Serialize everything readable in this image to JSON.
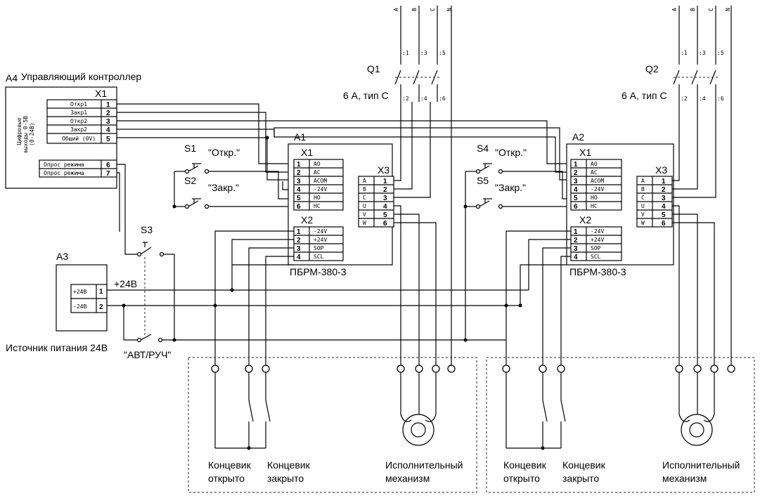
{
  "controller": {
    "id": "A4",
    "title": "Управляющий контроллер",
    "connector": "X1",
    "side_label_1": "Цифровые",
    "side_label_2": "выходы 0-5В",
    "side_label_3": "(0-24В)",
    "rows": [
      {
        "label": "Откр1",
        "pin": "1"
      },
      {
        "label": "Закр1",
        "pin": "2"
      },
      {
        "label": "Откр2",
        "pin": "3"
      },
      {
        "label": "Закр2",
        "pin": "4"
      },
      {
        "label": "Общий (0V)",
        "pin": "5"
      },
      {
        "label": "Опрос режима",
        "pin": "6"
      },
      {
        "label": "Опрос режима",
        "pin": "7"
      }
    ]
  },
  "power": {
    "id": "A3",
    "caption": "Источник питания 24В",
    "rows": [
      {
        "label": "+24В",
        "pin": "1"
      },
      {
        "label": "-24В",
        "pin": "2"
      }
    ],
    "line_label": "+24В"
  },
  "switches": {
    "s1": "S1",
    "s1_label": "\"Откр.\"",
    "s2": "S2",
    "s2_label": "\"Закр.\"",
    "s3": "S3",
    "s3_label": "\"АВТ/РУЧ\"",
    "s4": "S4",
    "s4_label": "\"Откр.\"",
    "s5": "S5",
    "s5_label": "\"Закр.\""
  },
  "units": [
    {
      "id": "A1",
      "model": "ПБРМ-380-3",
      "x1_title": "X1",
      "x1": [
        {
          "pin": "1",
          "label": "AO"
        },
        {
          "pin": "2",
          "label": "AC"
        },
        {
          "pin": "3",
          "label": "ACOM"
        },
        {
          "pin": "4",
          "label": "-24V"
        },
        {
          "pin": "5",
          "label": "HO"
        },
        {
          "pin": "6",
          "label": "HC"
        }
      ],
      "x2_title": "X2",
      "x2": [
        {
          "pin": "1",
          "label": "-24V"
        },
        {
          "pin": "2",
          "label": "+24V"
        },
        {
          "pin": "3",
          "label": "SOP"
        },
        {
          "pin": "4",
          "label": "SCL"
        }
      ],
      "x3_title": "X3",
      "x3": [
        {
          "pin": "1",
          "label": "A"
        },
        {
          "pin": "2",
          "label": "B"
        },
        {
          "pin": "3",
          "label": "C"
        },
        {
          "pin": "4",
          "label": "U"
        },
        {
          "pin": "5",
          "label": "V"
        },
        {
          "pin": "6",
          "label": "W"
        }
      ]
    },
    {
      "id": "A2",
      "model": "ПБРМ-380-3",
      "x1_title": "X1",
      "x1": [
        {
          "pin": "1",
          "label": "AO"
        },
        {
          "pin": "2",
          "label": "AC"
        },
        {
          "pin": "3",
          "label": "ACOM"
        },
        {
          "pin": "4",
          "label": "-24V"
        },
        {
          "pin": "5",
          "label": "HO"
        },
        {
          "pin": "6",
          "label": "HC"
        }
      ],
      "x2_title": "X2",
      "x2": [
        {
          "pin": "1",
          "label": "-24V"
        },
        {
          "pin": "2",
          "label": "+24V"
        },
        {
          "pin": "3",
          "label": "SOP"
        },
        {
          "pin": "4",
          "label": "SCL"
        }
      ],
      "x3_title": "X3",
      "x3": [
        {
          "pin": "1",
          "label": "A"
        },
        {
          "pin": "2",
          "label": "B"
        },
        {
          "pin": "3",
          "label": "C"
        },
        {
          "pin": "4",
          "label": "U"
        },
        {
          "pin": "5",
          "label": "V"
        },
        {
          "pin": "6",
          "label": "W"
        }
      ]
    }
  ],
  "breakers": [
    {
      "id": "Q1",
      "rating": "6 А, тип С",
      "phases": [
        "A",
        "B",
        "C",
        "N"
      ],
      "in_pins": [
        ":1",
        ":3",
        ":5"
      ],
      "out_pins": [
        ":2",
        ":4",
        ":6"
      ]
    },
    {
      "id": "Q2",
      "rating": "6 А, тип С",
      "phases": [
        "A",
        "B",
        "C",
        "N"
      ],
      "in_pins": [
        ":1",
        ":3",
        ":5"
      ],
      "out_pins": [
        ":2",
        ":4",
        ":6"
      ]
    }
  ],
  "field": {
    "limit_open": [
      "Концевик",
      "открыто"
    ],
    "limit_closed": [
      "Концевик",
      "закрыто"
    ],
    "actuator": [
      "Исполнительный",
      "механизм"
    ]
  }
}
